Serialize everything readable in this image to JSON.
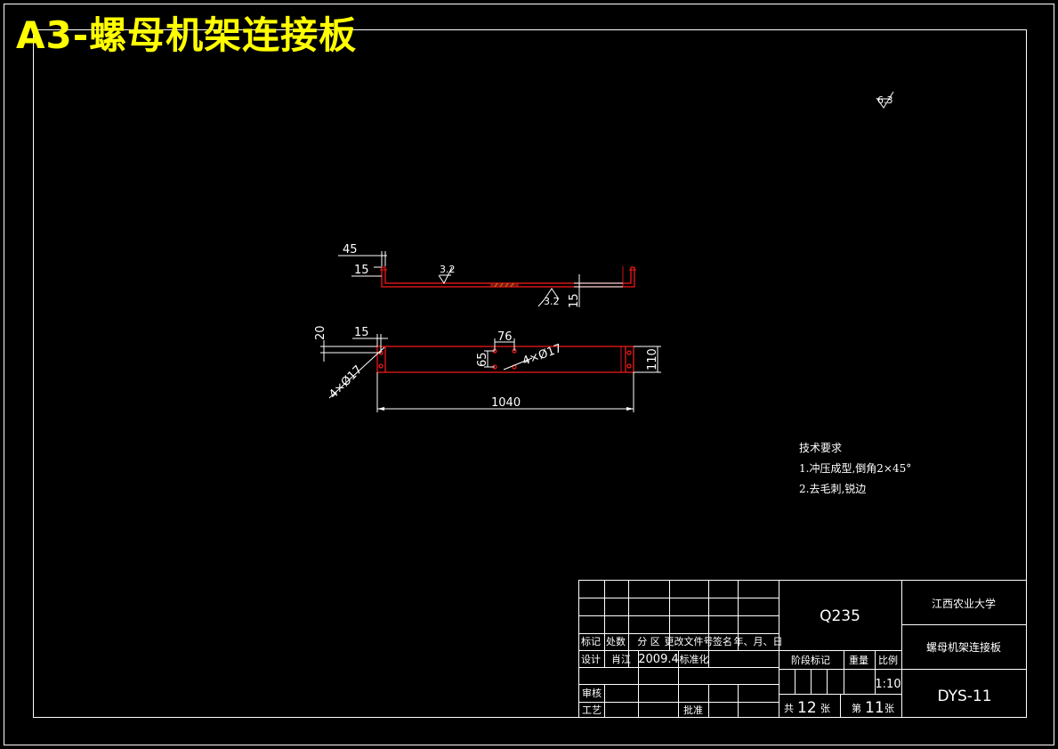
{
  "title": "A3-螺母机架连接板",
  "colors": {
    "background": "#000000",
    "line": "#ffffff",
    "part": "#ff1a1a",
    "title": "#ffff00"
  },
  "roughness_general": "6.3",
  "front_view": {
    "dim_45": "45",
    "dim_15_left": "15",
    "dim_15_right": "15",
    "roughness_a": "3.2",
    "roughness_b": "3.2"
  },
  "top_view": {
    "dim_20": "20",
    "dim_15": "15",
    "dim_76": "76",
    "dim_65": "65",
    "dim_110": "110",
    "dim_1040": "1040",
    "holes_center": "4×Ø17",
    "holes_left": "4×Ø17"
  },
  "tech_requirements": {
    "heading": "技术要求",
    "item1": "1.冲压成型,倒角2×45°",
    "item2": "2.去毛刺,锐边"
  },
  "title_block": {
    "header": [
      "标记",
      "处数",
      "分 区",
      "更改文件号",
      "签名",
      "年、月、日"
    ],
    "design_label": "设计",
    "designer": "肖江",
    "date": "2009.4",
    "standardize_label": "标准化",
    "review_label": "审核",
    "process_label": "工艺",
    "approve_label": "批准",
    "material": "Q235",
    "school": "江西农业大学",
    "part_name": "螺母机架连接板",
    "stage_label": "阶段标记",
    "weight_label": "重量",
    "scale_label": "比例",
    "scale": "1:10",
    "total_prefix": "共",
    "total_sheets": "12",
    "sheet_unit_a": "张",
    "sheet_prefix": "第",
    "sheet_no": "11",
    "sheet_unit_b": "张",
    "drawing_no": "DYS-11"
  }
}
